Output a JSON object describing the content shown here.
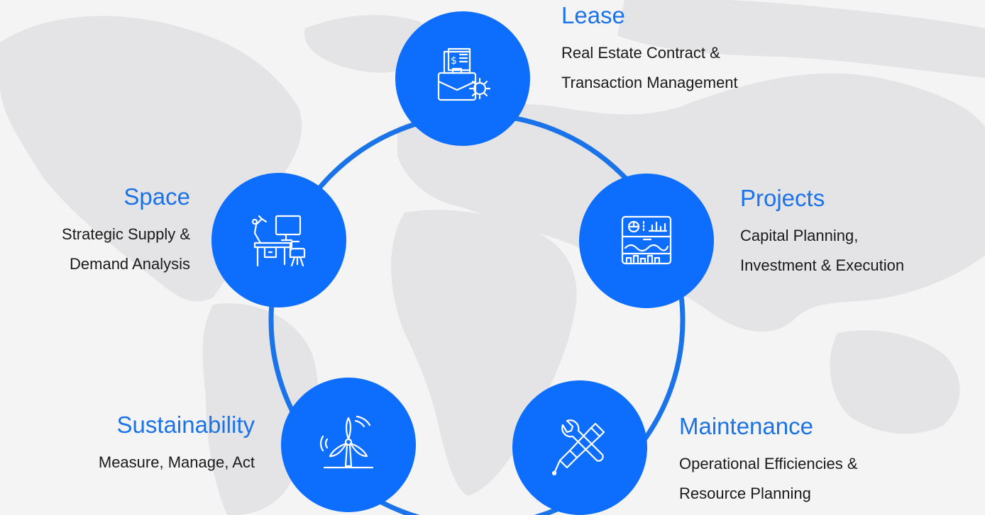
{
  "colors": {
    "accent": "#0d6efd",
    "ring": "#1a73e8",
    "title_text": "#1a73e8",
    "body_text": "#1a1a1a",
    "icon_stroke": "#ffffff",
    "map_land": "#e3e3e5",
    "background": "#f4f4f5"
  },
  "nodes": [
    {
      "id": "lease",
      "title": "Lease",
      "desc_lines": [
        "Real Estate Contract &",
        "Transaction Management"
      ],
      "icon": "contract-briefcase-gear-icon"
    },
    {
      "id": "projects",
      "title": "Projects",
      "desc_lines": [
        "Capital Planning,",
        "Investment & Execution"
      ],
      "icon": "dashboard-charts-icon"
    },
    {
      "id": "maintenance",
      "title": "Maintenance",
      "desc_lines": [
        "Operational Efficiencies &",
        "Resource Planning"
      ],
      "icon": "wrench-screwdriver-icon"
    },
    {
      "id": "sustainability",
      "title": "Sustainability",
      "desc_lines": [
        "Measure, Manage, Act"
      ],
      "icon": "wind-turbine-icon"
    },
    {
      "id": "space",
      "title": "Space",
      "desc_lines": [
        "Strategic Supply &",
        "Demand Analysis"
      ],
      "icon": "desk-workstation-icon"
    }
  ]
}
